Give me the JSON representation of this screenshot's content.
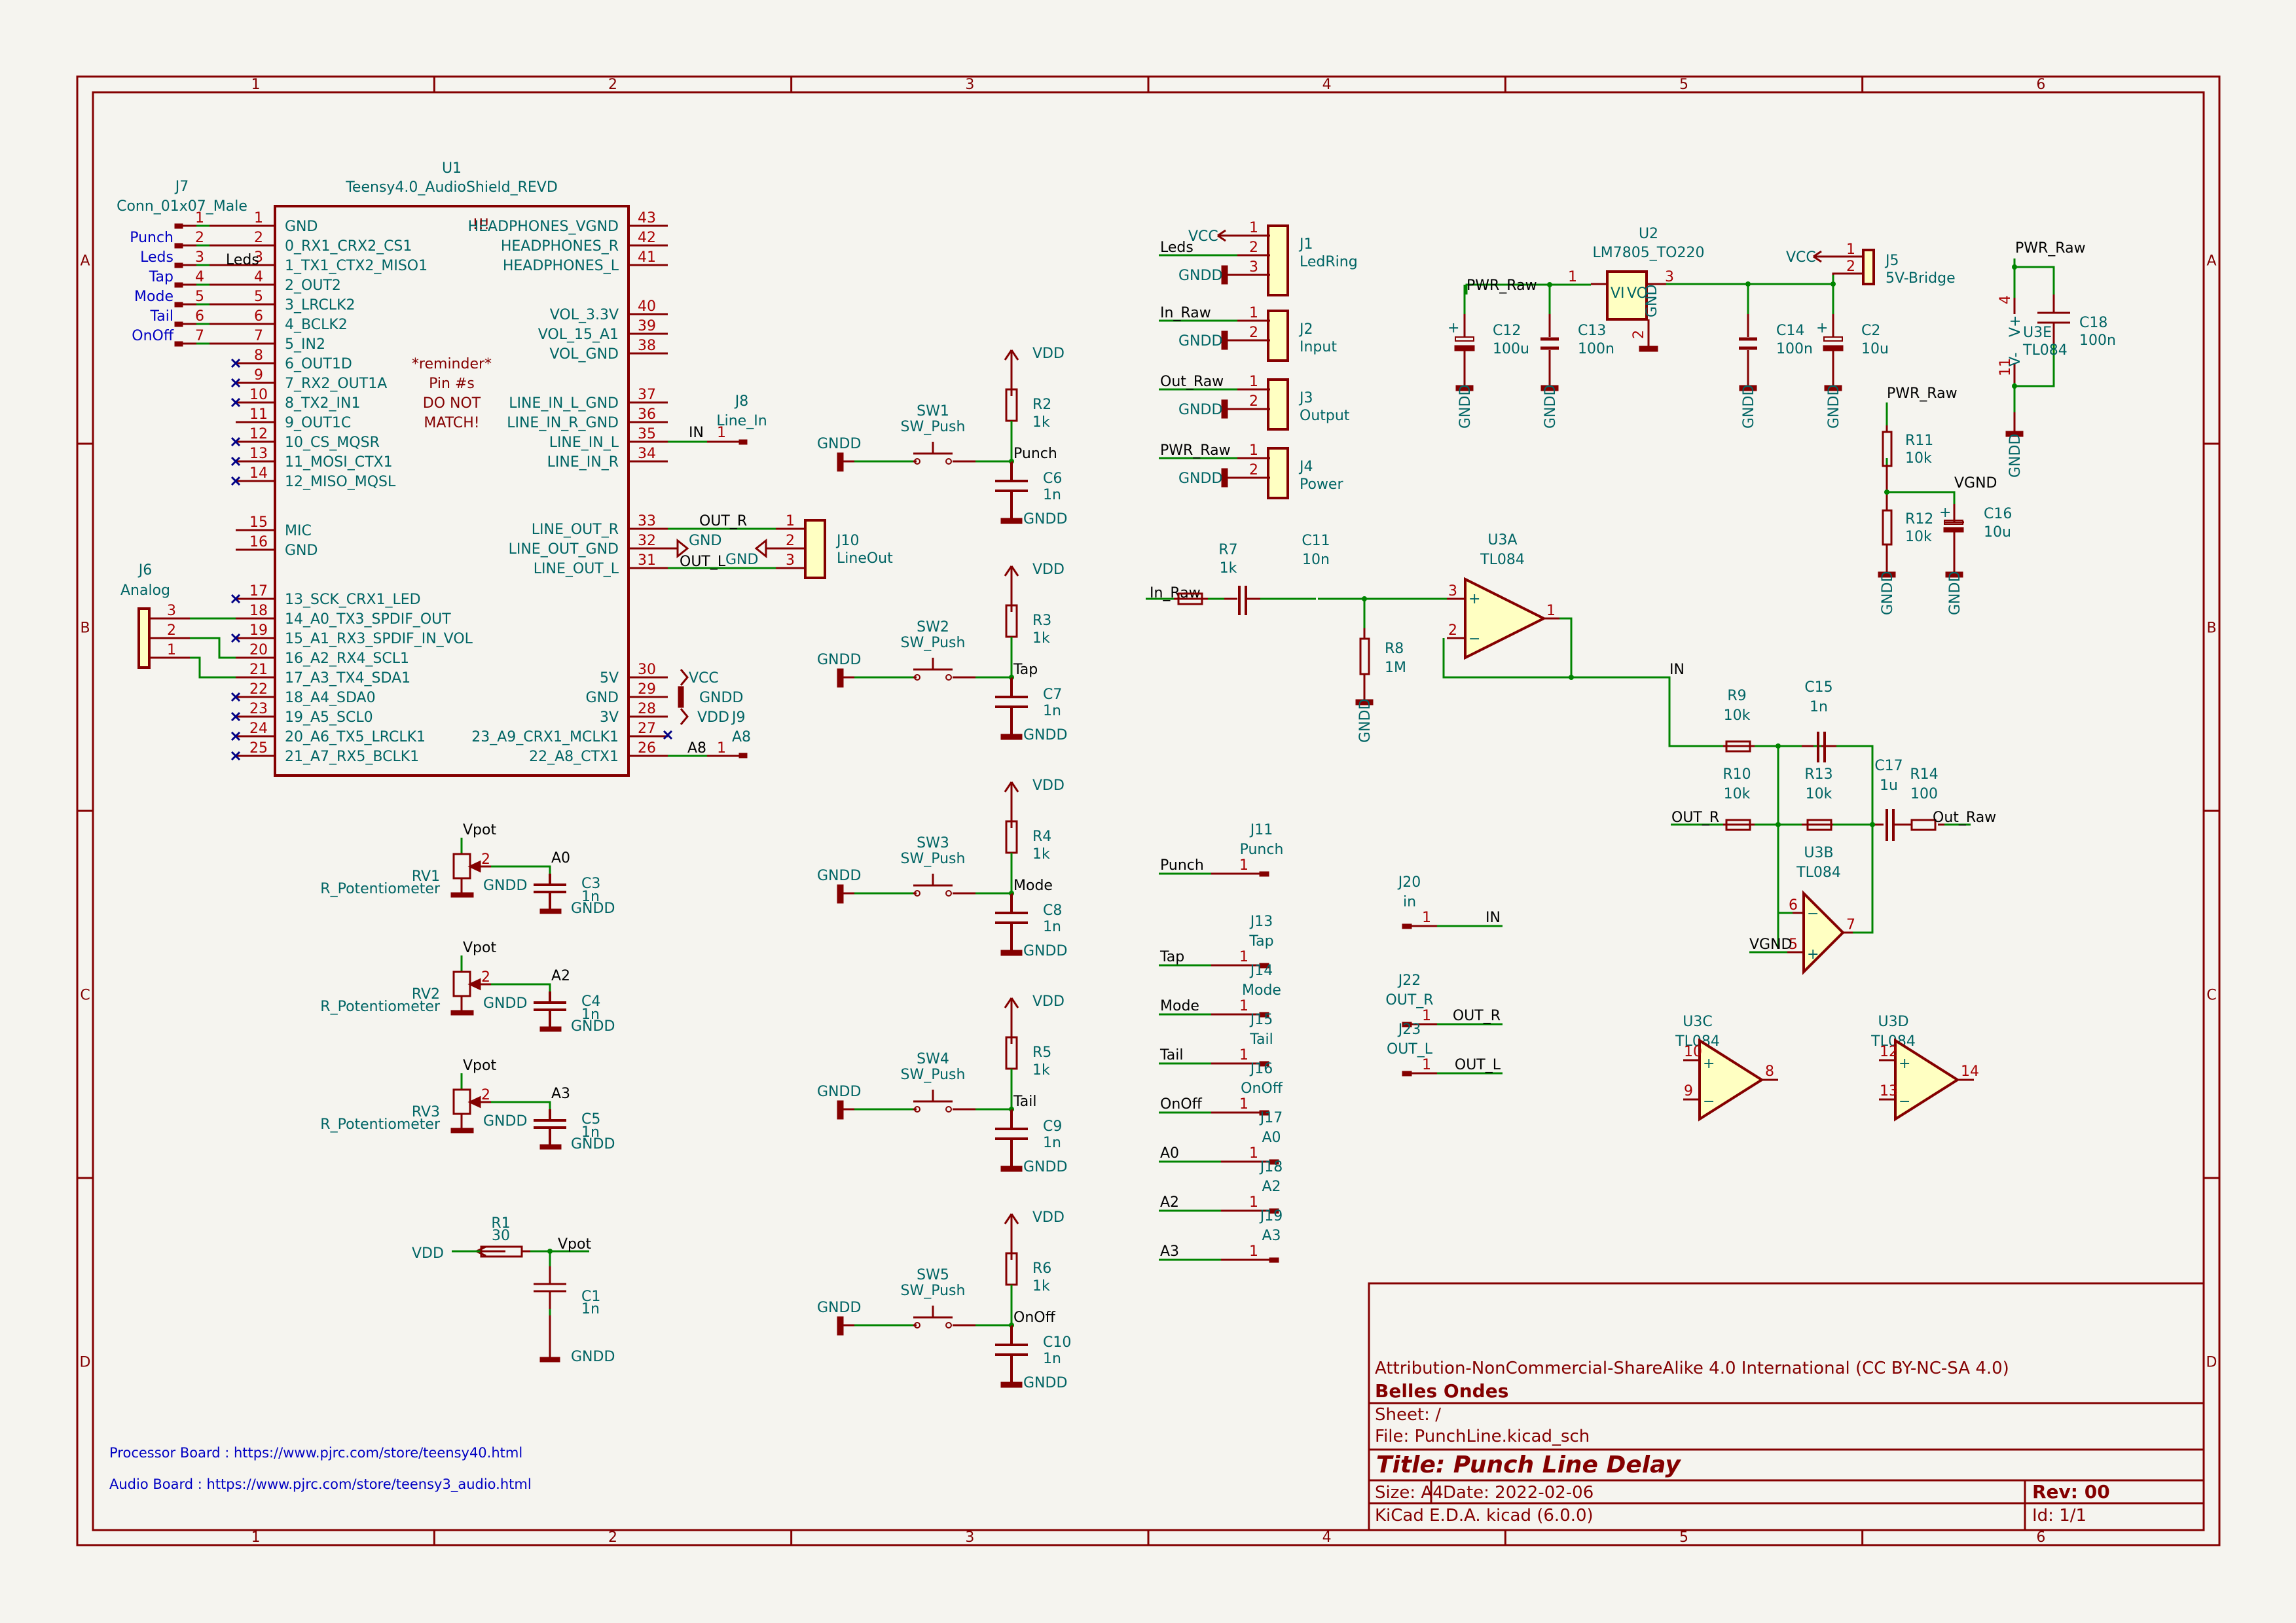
{
  "sheet": {
    "columns": [
      "1",
      "2",
      "3",
      "4",
      "5",
      "6"
    ],
    "rows": [
      "A",
      "B",
      "C",
      "D"
    ]
  },
  "title_block": {
    "license": "Attribution-NonCommercial-ShareAlike 4.0 International (CC BY-NC-SA 4.0)",
    "company": "Belles Ondes",
    "sheet": "Sheet: /",
    "file": "File: PunchLine.kicad_sch",
    "title": "Title: Punch Line Delay",
    "size": "Size: A4",
    "date": "Date: 2022-02-06",
    "rev": "Rev: 00",
    "tool": "KiCad E.D.A.  kicad (6.0.0)",
    "id": "Id: 1/1"
  },
  "notes": {
    "processor_board": "Processor Board : https://www.pjrc.com/store/teensy40.html",
    "audio_board": "Audio Board : https://www.pjrc.com/store/teensy3_audio.html",
    "reminder": [
      "*reminder*",
      "Pin #s",
      "DO NOT",
      "MATCH!"
    ],
    "warning": "!!!"
  },
  "u1": {
    "ref": "U1",
    "value": "Teensy4.0_AudioShield_REVD",
    "left_pins": [
      {
        "num": "1",
        "name": "GND"
      },
      {
        "num": "2",
        "name": "0_RX1_CRX2_CS1"
      },
      {
        "num": "3",
        "name": "1_TX1_CTX2_MISO1"
      },
      {
        "num": "4",
        "name": "2_OUT2"
      },
      {
        "num": "5",
        "name": "3_LRCLK2"
      },
      {
        "num": "6",
        "name": "4_BCLK2"
      },
      {
        "num": "7",
        "name": "5_IN2"
      },
      {
        "num": "8",
        "name": "6_OUT1D"
      },
      {
        "num": "9",
        "name": "7_RX2_OUT1A"
      },
      {
        "num": "10",
        "name": "8_TX2_IN1"
      },
      {
        "num": "11",
        "name": "9_OUT1C"
      },
      {
        "num": "12",
        "name": "10_CS_MQSR"
      },
      {
        "num": "13",
        "name": "11_MOSI_CTX1"
      },
      {
        "num": "14",
        "name": "12_MISO_MQSL"
      },
      {
        "num": "15",
        "name": "MIC"
      },
      {
        "num": "16",
        "name": "GND"
      },
      {
        "num": "17",
        "name": "13_SCK_CRX1_LED"
      },
      {
        "num": "18",
        "name": "14_A0_TX3_SPDIF_OUT"
      },
      {
        "num": "19",
        "name": "15_A1_RX3_SPDIF_IN_VOL"
      },
      {
        "num": "20",
        "name": "16_A2_RX4_SCL1"
      },
      {
        "num": "21",
        "name": "17_A3_TX4_SDA1"
      },
      {
        "num": "22",
        "name": "18_A4_SDA0"
      },
      {
        "num": "23",
        "name": "19_A5_SCL0"
      },
      {
        "num": "24",
        "name": "20_A6_TX5_LRCLK1"
      },
      {
        "num": "25",
        "name": "21_A7_RX5_BCLK1"
      }
    ],
    "right_pins": [
      {
        "num": "43",
        "name": "HEADPHONES_VGND"
      },
      {
        "num": "42",
        "name": "HEADPHONES_R"
      },
      {
        "num": "41",
        "name": "HEADPHONES_L"
      },
      {
        "num": "40",
        "name": "VOL_3.3V"
      },
      {
        "num": "39",
        "name": "VOL_15_A1"
      },
      {
        "num": "38",
        "name": "VOL_GND"
      },
      {
        "num": "37",
        "name": "LINE_IN_L_GND"
      },
      {
        "num": "36",
        "name": "LINE_IN_R_GND"
      },
      {
        "num": "35",
        "name": "LINE_IN_L"
      },
      {
        "num": "34",
        "name": "LINE_IN_R"
      },
      {
        "num": "33",
        "name": "LINE_OUT_R"
      },
      {
        "num": "32",
        "name": "LINE_OUT_GND"
      },
      {
        "num": "31",
        "name": "LINE_OUT_L"
      },
      {
        "num": "30",
        "name": "5V"
      },
      {
        "num": "29",
        "name": "GND"
      },
      {
        "num": "28",
        "name": "3V"
      },
      {
        "num": "27",
        "name": "23_A9_CRX1_MCLK1"
      },
      {
        "num": "26",
        "name": "22_A8_CTX1"
      }
    ]
  },
  "j7": {
    "ref": "J7",
    "value": "Conn_01x07_Male",
    "labels": [
      "",
      "Punch",
      "Leds",
      "Tap",
      "Mode",
      "Tail",
      "OnOff"
    ],
    "pins": [
      "1",
      "2",
      "3",
      "4",
      "5",
      "6",
      "7"
    ],
    "local_label": "Leds"
  },
  "j6": {
    "ref": "J6",
    "value": "Analog",
    "pins": [
      "3",
      "2",
      "1"
    ]
  },
  "j8": {
    "ref": "J8",
    "value": "Line_In",
    "net": "IN",
    "pin": "1"
  },
  "j9": {
    "ref": "J9",
    "value": "A8",
    "net": "A8",
    "pin": "1"
  },
  "j10": {
    "ref": "J10",
    "value": "LineOut",
    "nets": [
      "OUT_R",
      "GND",
      "OUT_L"
    ],
    "pins": [
      "1",
      "2",
      "3"
    ],
    "gnd_left": "GND"
  },
  "u1_power": {
    "vcc": "VCC",
    "gndd": "GNDD",
    "vdd": "VDD"
  },
  "switches": [
    {
      "sw": "SW1",
      "sw_val": "SW_Push",
      "r": "R2",
      "r_val": "1k",
      "c": "C6",
      "c_val": "1n",
      "net": "Punch"
    },
    {
      "sw": "SW2",
      "sw_val": "SW_Push",
      "r": "R3",
      "r_val": "1k",
      "c": "C7",
      "c_val": "1n",
      "net": "Tap"
    },
    {
      "sw": "SW3",
      "sw_val": "SW_Push",
      "r": "R4",
      "r_val": "1k",
      "c": "C8",
      "c_val": "1n",
      "net": "Mode"
    },
    {
      "sw": "SW4",
      "sw_val": "SW_Push",
      "r": "R5",
      "r_val": "1k",
      "c": "C9",
      "c_val": "1n",
      "net": "Tail"
    },
    {
      "sw": "SW5",
      "sw_val": "SW_Push",
      "r": "R6",
      "r_val": "1k",
      "c": "C10",
      "c_val": "1n",
      "net": "OnOff"
    }
  ],
  "pots": [
    {
      "ref": "RV1",
      "value": "R_Potentiometer",
      "net": "A0",
      "c": "C3",
      "c_val": "1n"
    },
    {
      "ref": "RV2",
      "value": "R_Potentiometer",
      "net": "A2",
      "c": "C4",
      "c_val": "1n"
    },
    {
      "ref": "RV3",
      "value": "R_Potentiometer",
      "net": "A3",
      "c": "C5",
      "c_val": "1n"
    }
  ],
  "vpot": {
    "r": "R1",
    "r_val": "30",
    "c": "C1",
    "c_val": "1n",
    "net": "Vpot",
    "supply": "VDD"
  },
  "power_labels": {
    "vdd": "VDD",
    "gndd": "GNDD",
    "vcc": "VCC",
    "vpot": "Vpot",
    "gnd": "GND"
  },
  "connectors": [
    {
      "ref": "J1",
      "value": "LedRing",
      "nets": [
        "VCC",
        "Leds",
        "GNDD"
      ]
    },
    {
      "ref": "J2",
      "value": "Input",
      "nets": [
        "In_Raw",
        "GNDD"
      ]
    },
    {
      "ref": "J3",
      "value": "Output",
      "nets": [
        "Out_Raw",
        "GNDD"
      ]
    },
    {
      "ref": "J4",
      "value": "Power",
      "nets": [
        "PWR_Raw",
        "GNDD"
      ]
    }
  ],
  "regulator": {
    "ref": "U2",
    "value": "LM7805_TO220",
    "vi": "VI",
    "vo": "VO",
    "gnd": "GND",
    "pin_vi": "1",
    "pin_gnd": "2",
    "pin_vo": "3",
    "net_in": "PWR_Raw",
    "caps": [
      {
        "ref": "C12",
        "value": "100u",
        "polar": true
      },
      {
        "ref": "C13",
        "value": "100n",
        "polar": false
      },
      {
        "ref": "C14",
        "value": "100n",
        "polar": false
      },
      {
        "ref": "C2",
        "value": "10u",
        "polar": true
      }
    ],
    "bridge": {
      "ref": "J5",
      "value": "5V-Bridge",
      "net": "VCC"
    }
  },
  "vgnd": {
    "net_top": "PWR_Raw",
    "r_top": "R11",
    "r_top_val": "10k",
    "r_bot": "R12",
    "r_bot_val": "10k",
    "c": "C16",
    "c_val": "10u",
    "net": "VGND"
  },
  "u3e": {
    "ref": "U3E",
    "value": "TL084",
    "vplus": "V+",
    "vminus": "V-",
    "pin_vp": "4",
    "pin_vm": "11",
    "net": "PWR_Raw",
    "c": "C18",
    "c_val": "100n"
  },
  "input_stage": {
    "net_in": "In_Raw",
    "r": "R7",
    "r_val": "1k",
    "c": "C11",
    "c_val": "10n",
    "rb": "R8",
    "rb_val": "1M",
    "opamp": {
      "ref": "U3A",
      "value": "TL084",
      "pins": [
        "3",
        "2",
        "1"
      ]
    },
    "net_out": "IN"
  },
  "mixer_stage": {
    "r9": "R9",
    "r9_val": "10k",
    "c15": "C15",
    "c15_val": "1n",
    "r10": "R10",
    "r10_val": "10k",
    "r13": "R13",
    "r13_val": "10k",
    "c17": "C17",
    "c17_val": "1u",
    "r14": "R14",
    "r14_val": "100",
    "net_in": "IN",
    "net_outr": "OUT_R",
    "net_vgnd": "VGND",
    "net_out": "Out_Raw",
    "opamp": {
      "ref": "U3B",
      "value": "TL084",
      "pins": [
        "6",
        "5",
        "7"
      ]
    }
  },
  "unused_opamps": [
    {
      "ref": "U3C",
      "value": "TL084",
      "pins": [
        "10",
        "9",
        "8"
      ]
    },
    {
      "ref": "U3D",
      "value": "TL084",
      "pins": [
        "12",
        "13",
        "14"
      ]
    }
  ],
  "test_points": [
    {
      "ref": "J11",
      "value": "Punch",
      "net": "Punch"
    },
    {
      "ref": "J13",
      "value": "Tap",
      "net": "Tap"
    },
    {
      "ref": "J14",
      "value": "Mode",
      "net": "Mode"
    },
    {
      "ref": "J15",
      "value": "Tail",
      "net": "Tail"
    },
    {
      "ref": "J16",
      "value": "OnOff",
      "net": "OnOff"
    },
    {
      "ref": "J17",
      "value": "A0",
      "net": "A0"
    },
    {
      "ref": "J18",
      "value": "A2",
      "net": "A2"
    },
    {
      "ref": "J19",
      "value": "A3",
      "net": "A3"
    }
  ],
  "test_points_right": [
    {
      "ref": "J20",
      "value": "in",
      "net": "IN"
    },
    {
      "ref": "J22",
      "value": "OUT_R",
      "net": "OUT_R"
    },
    {
      "ref": "J23",
      "value": "OUT_L",
      "net": "OUT_L"
    }
  ],
  "plus_sign": "+",
  "minus_sign": "−",
  "pin1": "1",
  "pin2": "2",
  "pin3": "3"
}
